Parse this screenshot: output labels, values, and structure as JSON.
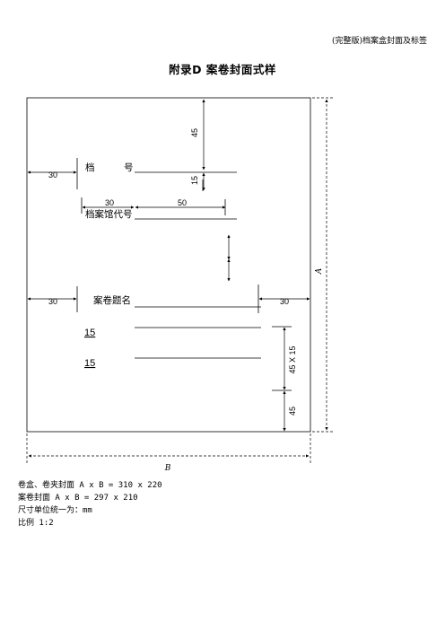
{
  "header": "(完整版)档案盒封面及标签",
  "title": "附录D  案卷封面式样",
  "labels": {
    "archive_no": "档",
    "archive_no_2": "号",
    "archive_office_code": "档案馆代号",
    "case_title": "案卷题名",
    "num1": "15",
    "num2": "15"
  },
  "dimensions": {
    "d45_top": "45",
    "d15_top": "15",
    "d30_left_top": "30",
    "d30_inner": "30",
    "d50": "50",
    "d30_left_mid": "30",
    "d30_right": "30",
    "d45x15": "45 X 15",
    "d45_bottom": "45",
    "A": "A",
    "B": "B"
  },
  "notes": [
    "卷盒、卷夹封面 A x B = 310 x 220",
    "案卷封面 A x B = 297 x 210",
    "尺寸单位统一为：mm",
    "比例 1:2"
  ]
}
